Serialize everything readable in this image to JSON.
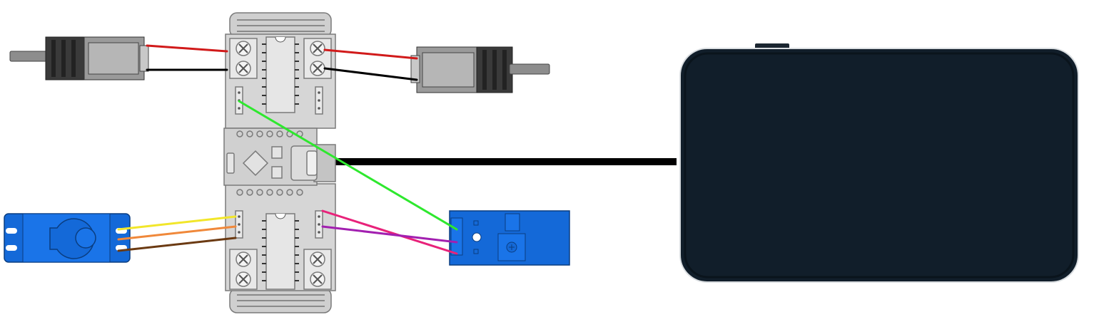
{
  "diagram": {
    "components": [
      {
        "id": "motor-left",
        "kind": "gear-motor"
      },
      {
        "id": "motor-right",
        "kind": "gear-motor"
      },
      {
        "id": "controller-board",
        "kind": "microcontroller-with-motor-drivers"
      },
      {
        "id": "servo",
        "kind": "micro-servo"
      },
      {
        "id": "sensor-module",
        "kind": "sensor-module-with-potentiometer"
      },
      {
        "id": "power-bank",
        "kind": "battery-pack"
      }
    ],
    "wires": [
      {
        "from": "motor-left",
        "to": "controller-board",
        "color": "#d11a1a"
      },
      {
        "from": "motor-left",
        "to": "controller-board",
        "color": "#000000"
      },
      {
        "from": "controller-board",
        "to": "motor-right",
        "color": "#d11a1a"
      },
      {
        "from": "controller-board",
        "to": "motor-right",
        "color": "#000000"
      },
      {
        "from": "controller-board",
        "to": "sensor-module",
        "color": "#2ee82e"
      },
      {
        "from": "controller-board",
        "to": "sensor-module",
        "color": "#e8227a"
      },
      {
        "from": "controller-board",
        "to": "sensor-module",
        "color": "#a21fb0"
      },
      {
        "from": "servo",
        "to": "controller-board",
        "color": "#f2e62a"
      },
      {
        "from": "servo",
        "to": "controller-board",
        "color": "#f0883a"
      },
      {
        "from": "servo",
        "to": "controller-board",
        "color": "#6b3a12"
      },
      {
        "from": "controller-board",
        "to": "power-bank",
        "color": "#000000"
      }
    ],
    "colors": {
      "board": "#d4d4d4",
      "board_outline": "#7a7a7a",
      "module_blue": "#1469d8",
      "power_bank": "#111e2a",
      "chip": "#e6e6e6"
    }
  }
}
